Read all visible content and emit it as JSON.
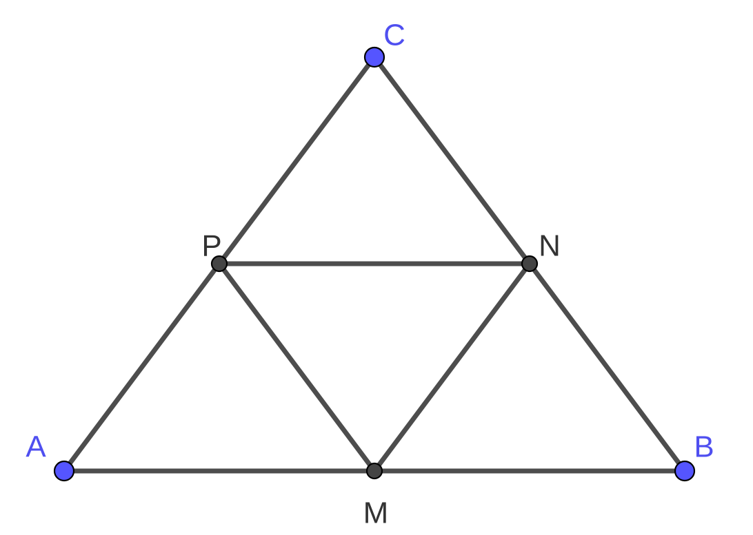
{
  "points": [
    {
      "id": "A",
      "label": "A",
      "kind": "free"
    },
    {
      "id": "B",
      "label": "B",
      "kind": "free"
    },
    {
      "id": "C",
      "label": "C",
      "kind": "free"
    },
    {
      "id": "M",
      "label": "M",
      "kind": "dependent"
    },
    {
      "id": "N",
      "label": "N",
      "kind": "dependent"
    },
    {
      "id": "P",
      "label": "P",
      "kind": "dependent"
    }
  ],
  "segments": [
    [
      "A",
      "M"
    ],
    [
      "M",
      "B"
    ],
    [
      "B",
      "N"
    ],
    [
      "N",
      "C"
    ],
    [
      "C",
      "P"
    ],
    [
      "P",
      "A"
    ],
    [
      "P",
      "N"
    ],
    [
      "P",
      "M"
    ],
    [
      "M",
      "N"
    ]
  ],
  "colors": {
    "free_point": "#5555ff",
    "dependent_point": "#444444",
    "free_label": "#4f4ff0",
    "dependent_label": "#333333",
    "segment": "#4d4d4d",
    "point_outline": "#000000"
  }
}
